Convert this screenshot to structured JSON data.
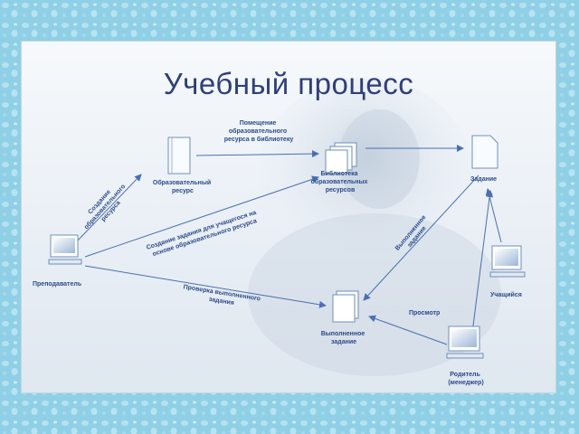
{
  "title": "Учебный процесс",
  "colors": {
    "background": "#8fd0e6",
    "slide": "#eef3f8",
    "title": "#2f3f78",
    "label": "#2b4a8a",
    "arrow": "#4a6fb0"
  },
  "nodes": {
    "teacher": {
      "label": "Преподаватель",
      "icon": "computer-icon"
    },
    "resource": {
      "label_lines": [
        "Образовательный",
        "ресурс"
      ],
      "icon": "document-icon"
    },
    "library": {
      "label_lines": [
        "Библиотека",
        "образовательных",
        "ресурсов"
      ],
      "icon": "document-stack-icon"
    },
    "task": {
      "label": "Задание",
      "icon": "document-icon"
    },
    "student": {
      "label": "Учащийся",
      "icon": "computer-icon"
    },
    "completed": {
      "label_lines": [
        "Выполненное",
        "задание"
      ],
      "icon": "document-stack-icon"
    },
    "parent": {
      "label_lines": [
        "Родитель",
        "(менеджер)"
      ],
      "icon": "computer-icon"
    }
  },
  "edges": {
    "create_resource": [
      "Создание",
      "образовательного",
      "ресурса"
    ],
    "place_resource": [
      "Помещение",
      "образовательного",
      "ресурса в библиотеку"
    ],
    "create_task": [
      "Создание задания для учащегося на",
      "основе образовательного ресурса"
    ],
    "check_task": [
      "Проверка выполненного",
      "задания"
    ],
    "completed_task": [
      "Выполненное",
      "задание"
    ],
    "view": "Просмотр"
  }
}
